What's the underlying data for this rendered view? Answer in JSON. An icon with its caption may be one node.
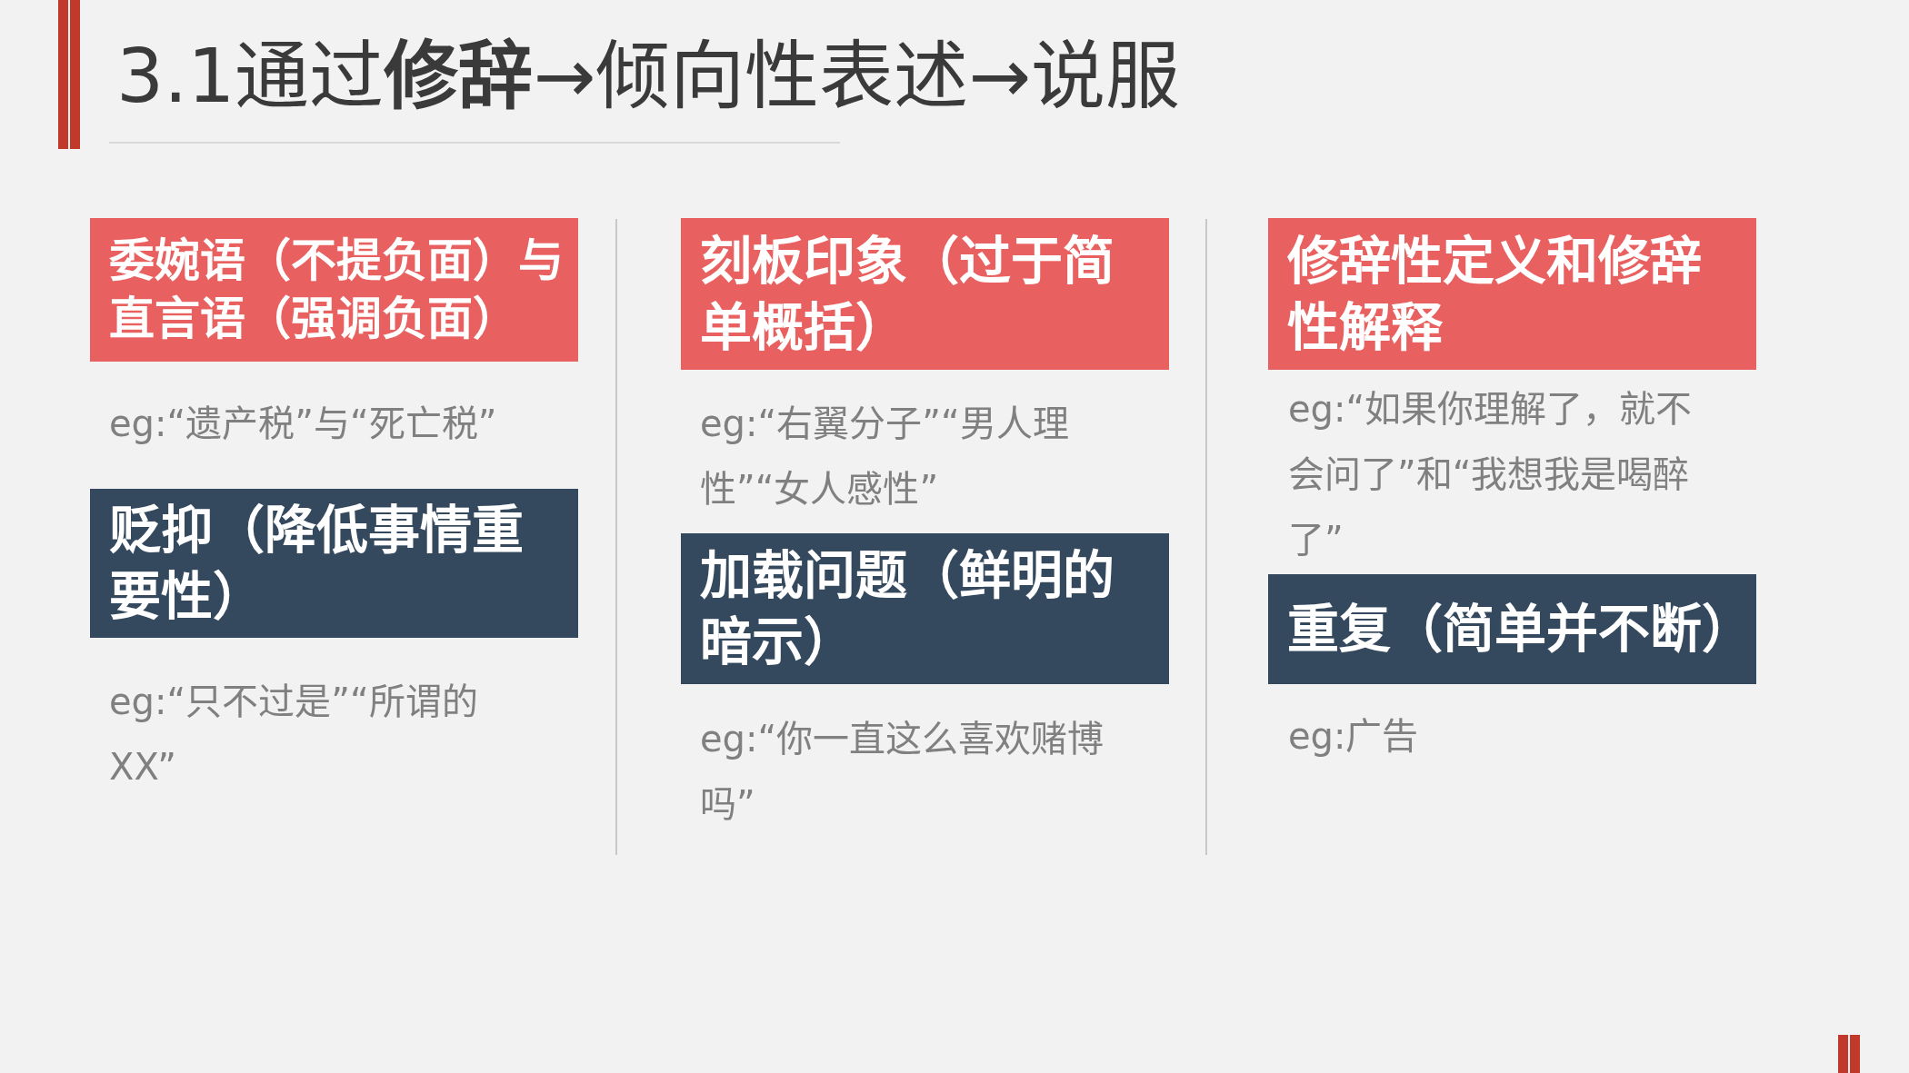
{
  "diagram": {
    "title": "3.1通过**修辞**→倾向性表述→说服",
    "nodes": [
      {
        "text": [
          "委婉语（不提负面）与直言语（强调负面）"
        ],
        "beside": [
          "eg:“遗产税”与“死亡税”"
        ]
      },
      {
        "text": [
          "贬抑（降低事情重要性）"
        ],
        "beside": [
          "eg:“只不过是”“所谓的XX”"
        ]
      },
      {
        "text": [
          "刻板印象（过于简单概括）"
        ],
        "beside": [
          "eg:“右翼分子”“男人理性”“女人感性”"
        ]
      },
      {
        "text": [
          "加载问题（鲜明的暗示）"
        ],
        "beside": [
          "eg:“你一直这么喜欢赌博吗”"
        ]
      },
      {
        "text": [
          "修辞性定义和修辞性解释"
        ],
        "beside": [
          "eg:“如果你理解了，就不会问了”和“我想我是喝醉了”"
        ]
      },
      {
        "text": [
          "重复（简单并不断）"
        ],
        "beside": [
          "eg:广告"
        ]
      }
    ]
  }
}
